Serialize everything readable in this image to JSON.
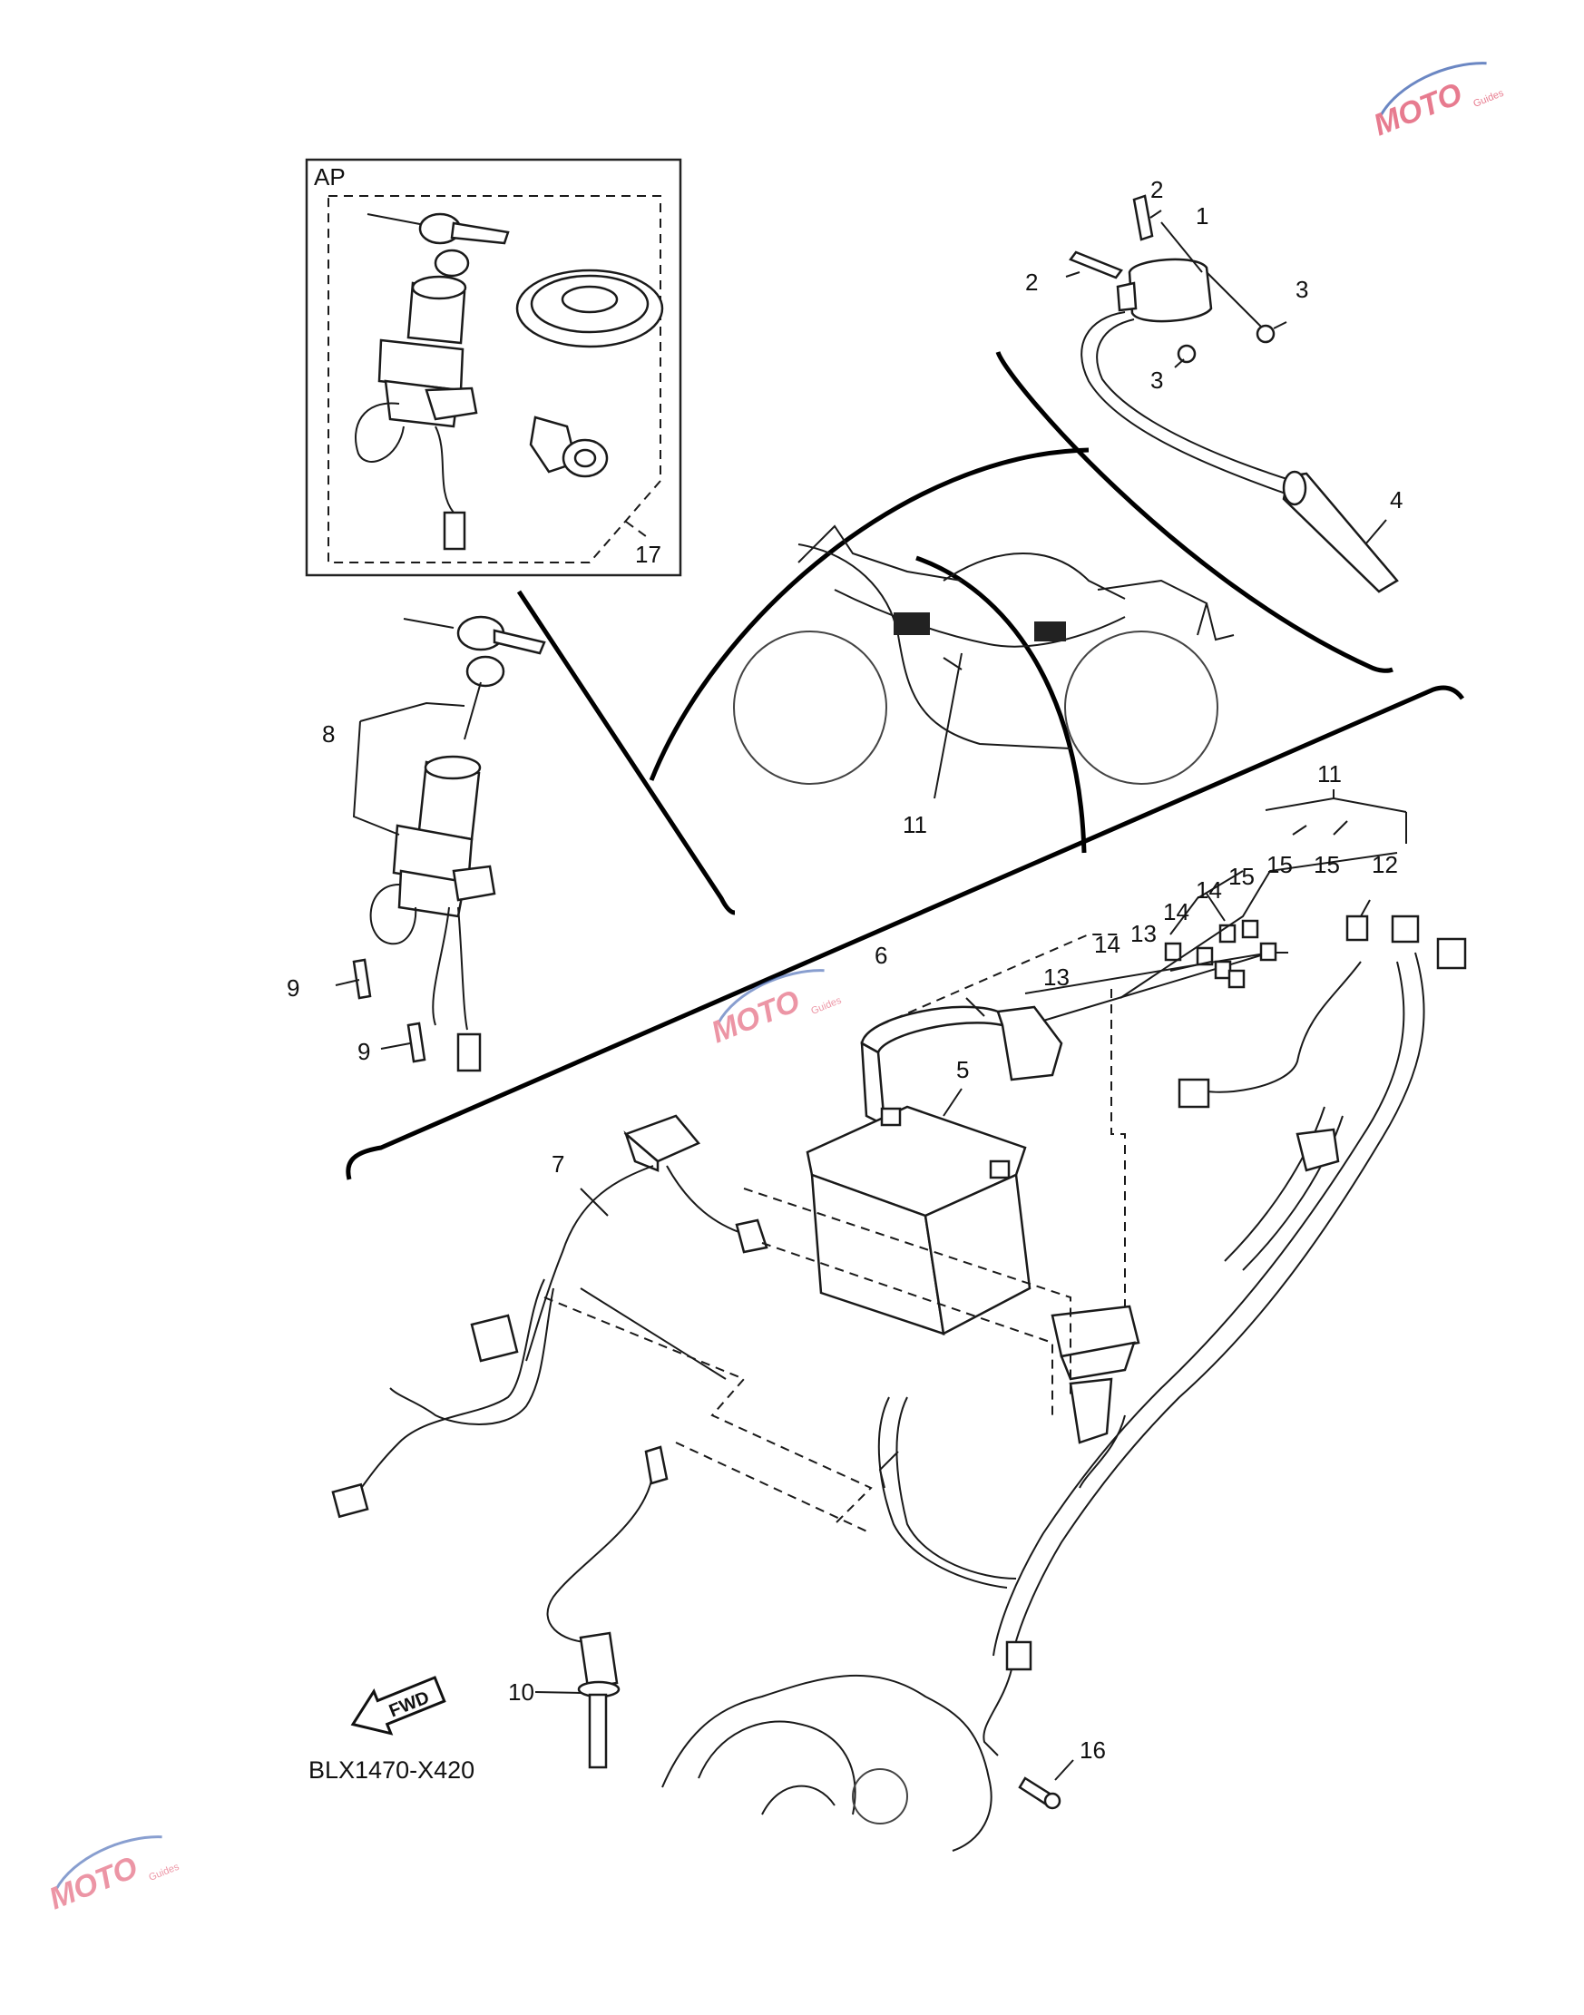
{
  "diagram_code": "BLX1470-X420",
  "inset": {
    "label": "AP",
    "part_ref": "17"
  },
  "fwd_label": "FWD",
  "watermark": {
    "brand": "MOTO",
    "sub": "Guides"
  },
  "callouts": {
    "c1": "1",
    "c2a": "2",
    "c2b": "2",
    "c3a": "3",
    "c3b": "3",
    "c4": "4",
    "c5": "5",
    "c6": "6",
    "c7": "7",
    "c8": "8",
    "c9a": "9",
    "c9b": "9",
    "c10": "10",
    "c11a": "11",
    "c11b": "11",
    "c12": "12",
    "c13a": "13",
    "c13b": "13",
    "c14a": "14",
    "c14b": "14",
    "c14c": "14",
    "c15a": "15",
    "c15b": "15",
    "c15c": "15",
    "c16": "16"
  },
  "colors": {
    "line": "#1a1a1a",
    "watermark_red": "#e0506a",
    "watermark_blue": "#3a5fb0"
  }
}
